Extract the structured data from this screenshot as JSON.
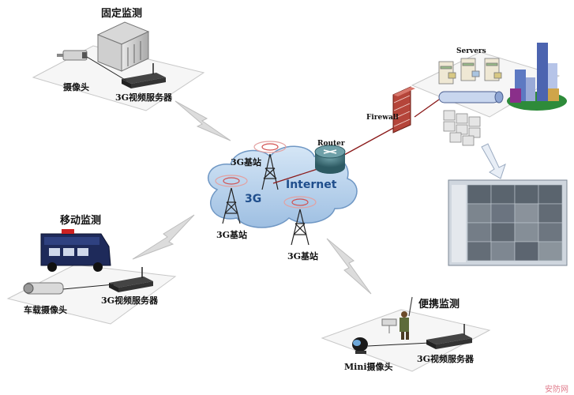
{
  "diagram": {
    "labels": {
      "fixed_monitoring": "固定监测",
      "camera": "摄像头",
      "video_server_1": "3G视频服务器",
      "mobile_monitoring": "移动监测",
      "vehicle_camera": "车载摄像头",
      "video_server_2": "3G视频服务器",
      "portable_monitoring": "便携监测",
      "mini_camera": "Mini摄像头",
      "video_server_3": "3G视频服务器",
      "base_station_1": "3G基站",
      "base_station_2": "3G基站",
      "base_station_3": "3G基站",
      "cloud_3g": "3G",
      "cloud_internet": "Internet",
      "router": "Router",
      "firewall": "Firewall",
      "servers": "Servers"
    },
    "watermark": "安防网"
  },
  "colors": {
    "cloud_fill": "#b9d3ec",
    "cloud_stroke": "#6f97c4",
    "cloud_text": "#1f4e8c",
    "link_red": "#8b1a1a",
    "platform": "#f4f4f4"
  }
}
